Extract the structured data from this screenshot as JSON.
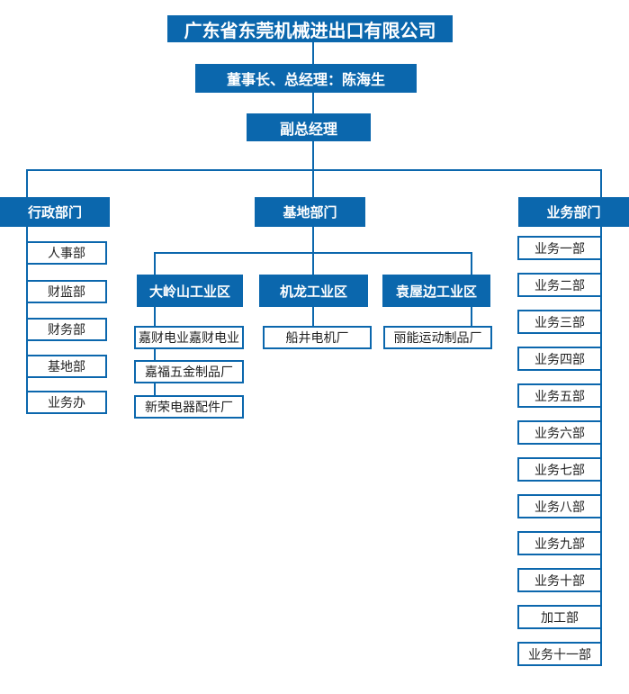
{
  "org": {
    "company": "广东省东莞机械进出口有限公司",
    "chairman": "董事长、总经理：陈海生",
    "vice_gm": "副总经理",
    "admin_dept": {
      "label": "行政部门",
      "children": [
        "人事部",
        "财监部",
        "财务部",
        "基地部",
        "业务办"
      ]
    },
    "base_dept": {
      "label": "基地部门",
      "zones": [
        {
          "name": "大岭山工业区",
          "factories": [
            "嘉财电业嘉财电业",
            "嘉福五金制品厂",
            "新荣电器配件厂"
          ]
        },
        {
          "name": "机龙工业区",
          "factories": [
            "船井电机厂"
          ]
        },
        {
          "name": "袁屋边工业区",
          "factories": [
            "丽能运动制品厂"
          ]
        }
      ]
    },
    "business_dept": {
      "label": "业务部门",
      "children": [
        "业务一部",
        "业务二部",
        "业务三部",
        "业务四部",
        "业务五部",
        "业务六部",
        "业务七部",
        "业务八部",
        "业务九部",
        "业务十部",
        "加工部",
        "业务十一部"
      ]
    }
  },
  "colors": {
    "accent": "#0b67ad",
    "box_text": "#222222",
    "background": "#ffffff"
  }
}
